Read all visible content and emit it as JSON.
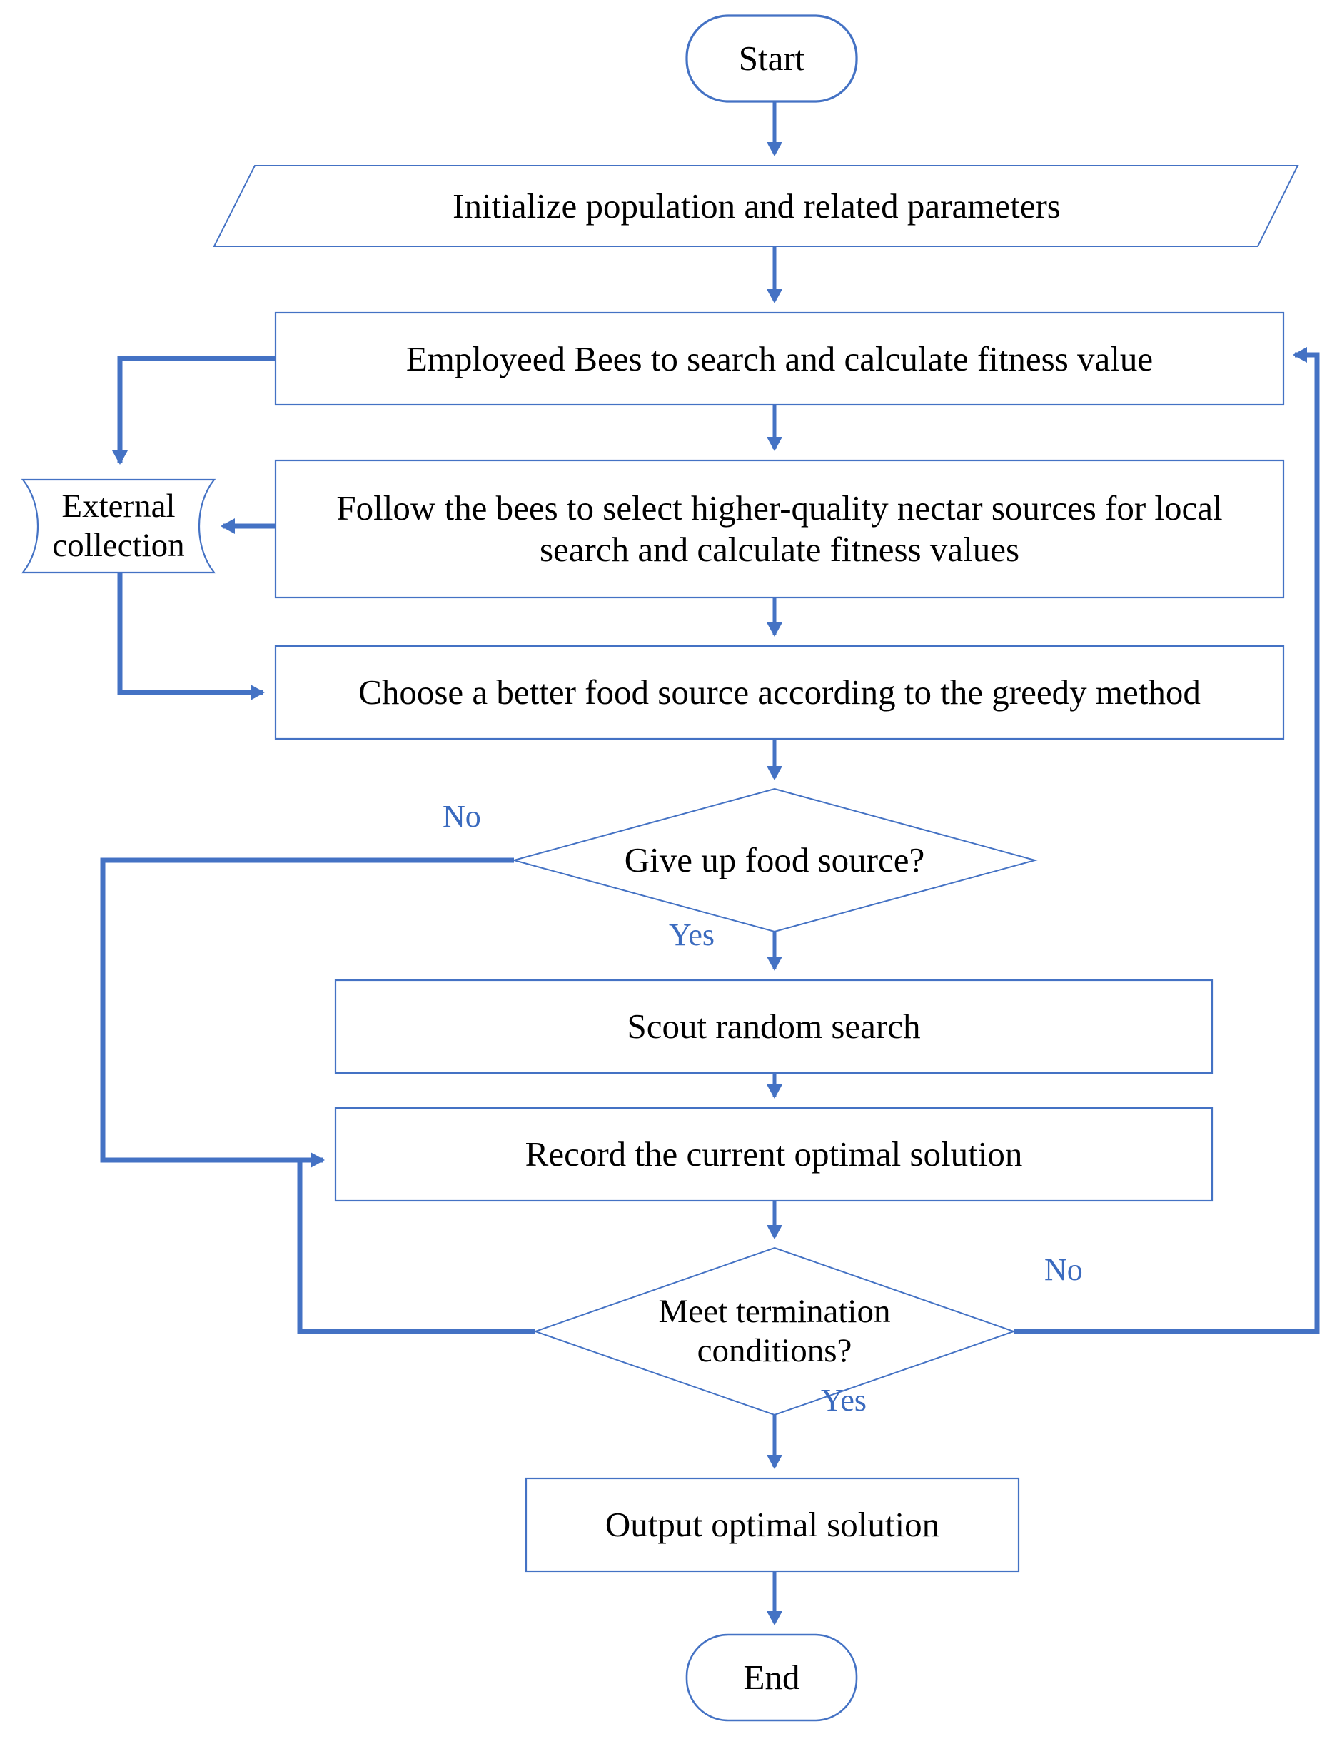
{
  "diagram": {
    "title": "Artificial Bee Colony algorithm flowchart",
    "colors": {
      "outline": "#4472C4",
      "connector": "#4472C4",
      "label_text": "#3b6bbf",
      "node_text": "#000000",
      "background": "#ffffff"
    },
    "nodes": [
      {
        "id": "start",
        "shape": "terminator",
        "text": "Start"
      },
      {
        "id": "init",
        "shape": "parallelogram",
        "text": "Initialize  population and related parameters"
      },
      {
        "id": "employed",
        "shape": "process",
        "text": "Employeed Bees to search and calculate fitness value"
      },
      {
        "id": "external",
        "shape": "stored-data",
        "text_line1": "External",
        "text_line2": "collection"
      },
      {
        "id": "follow",
        "shape": "process",
        "text_line1": "Follow the bees to select higher-quality nectar sources for local",
        "text_line2": "search and calculate fitness values"
      },
      {
        "id": "greedy",
        "shape": "process",
        "text": "Choose a better food source according to the greedy method"
      },
      {
        "id": "giveup",
        "shape": "decision",
        "text": "Give up food source?"
      },
      {
        "id": "scout",
        "shape": "process",
        "text": "Scout random search"
      },
      {
        "id": "record",
        "shape": "process",
        "text": "Record the current optimal solution"
      },
      {
        "id": "terminate",
        "shape": "decision",
        "text_line1": "Meet termination",
        "text_line2": "conditions?"
      },
      {
        "id": "output",
        "shape": "process",
        "text": "Output optimal solution"
      },
      {
        "id": "end",
        "shape": "terminator",
        "text": "End"
      }
    ],
    "edge_labels": [
      {
        "id": "giveup-no",
        "text": "No"
      },
      {
        "id": "giveup-yes",
        "text": "Yes"
      },
      {
        "id": "terminate-no",
        "text": "No"
      },
      {
        "id": "terminate-yes",
        "text": "Yes"
      }
    ]
  }
}
